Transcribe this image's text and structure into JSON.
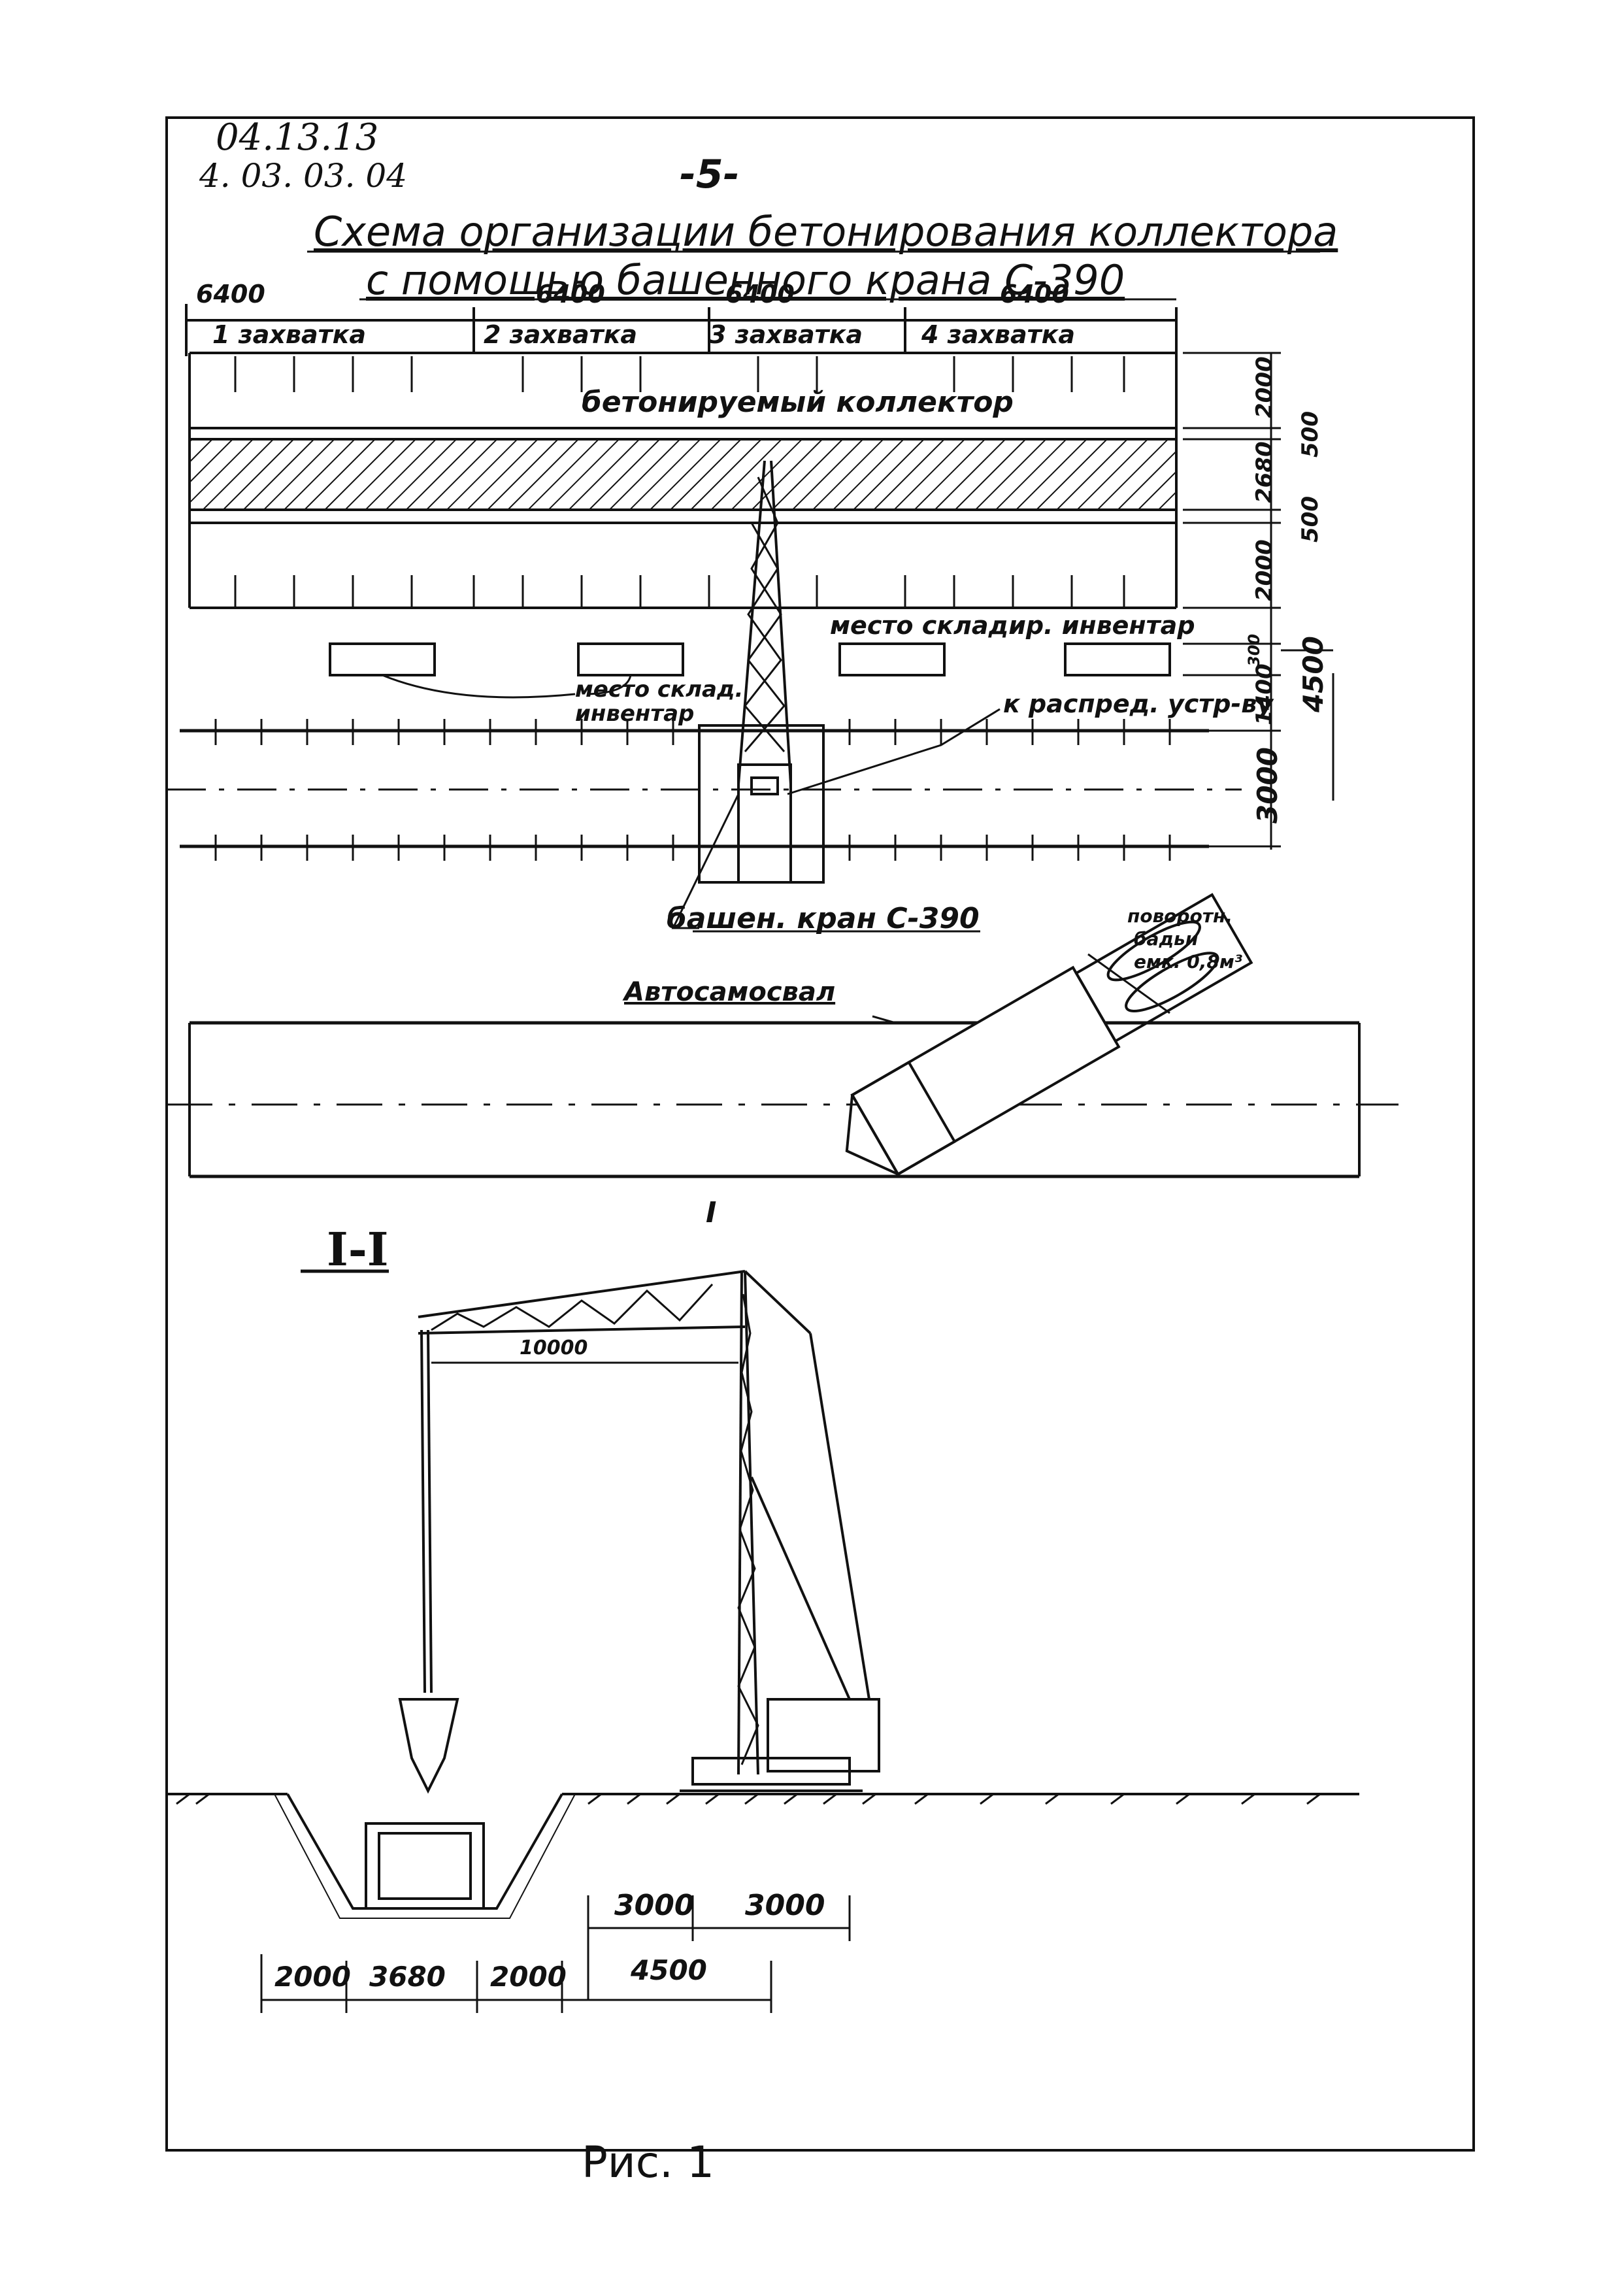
{
  "header": {
    "code_line1": "04.13.13",
    "code_line2": "4. 03. 03. 04",
    "page_number": "-5-",
    "title_line1": "Схема организации бетонирования коллектора",
    "title_line2": "с помощью башенного крана С-390"
  },
  "plan": {
    "top_dims": [
      "6400",
      "6400",
      "6400",
      "6400"
    ],
    "stages": [
      "1 захватка",
      "2 захватка",
      "3 захватка",
      "4 захватка"
    ],
    "collector_label": "бетонируемый коллектор",
    "storage_label_right": "место складир. инвентар",
    "storage_label_left_1": "место склад.",
    "storage_label_left_2": "инвентар",
    "distrib_label": "к распред. устр-ву",
    "crane_label": "башен. кран С-390",
    "truck_label": "Автосамосвал",
    "bucket_label_1": "поворотн.",
    "bucket_label_2": "бадьи",
    "bucket_label_3": "емк. 0,8м³",
    "right_dims": [
      "2000",
      "500",
      "2680",
      "500",
      "2000",
      "300",
      "1400",
      "4500",
      "3000"
    ]
  },
  "section": {
    "title": "I-I",
    "marker": "I",
    "boom_dim": "10000",
    "dims_upper": [
      "3000",
      "3000"
    ],
    "dims_lower": [
      "2000",
      "3680",
      "2000",
      "4500"
    ]
  },
  "caption": "Рис. 1"
}
